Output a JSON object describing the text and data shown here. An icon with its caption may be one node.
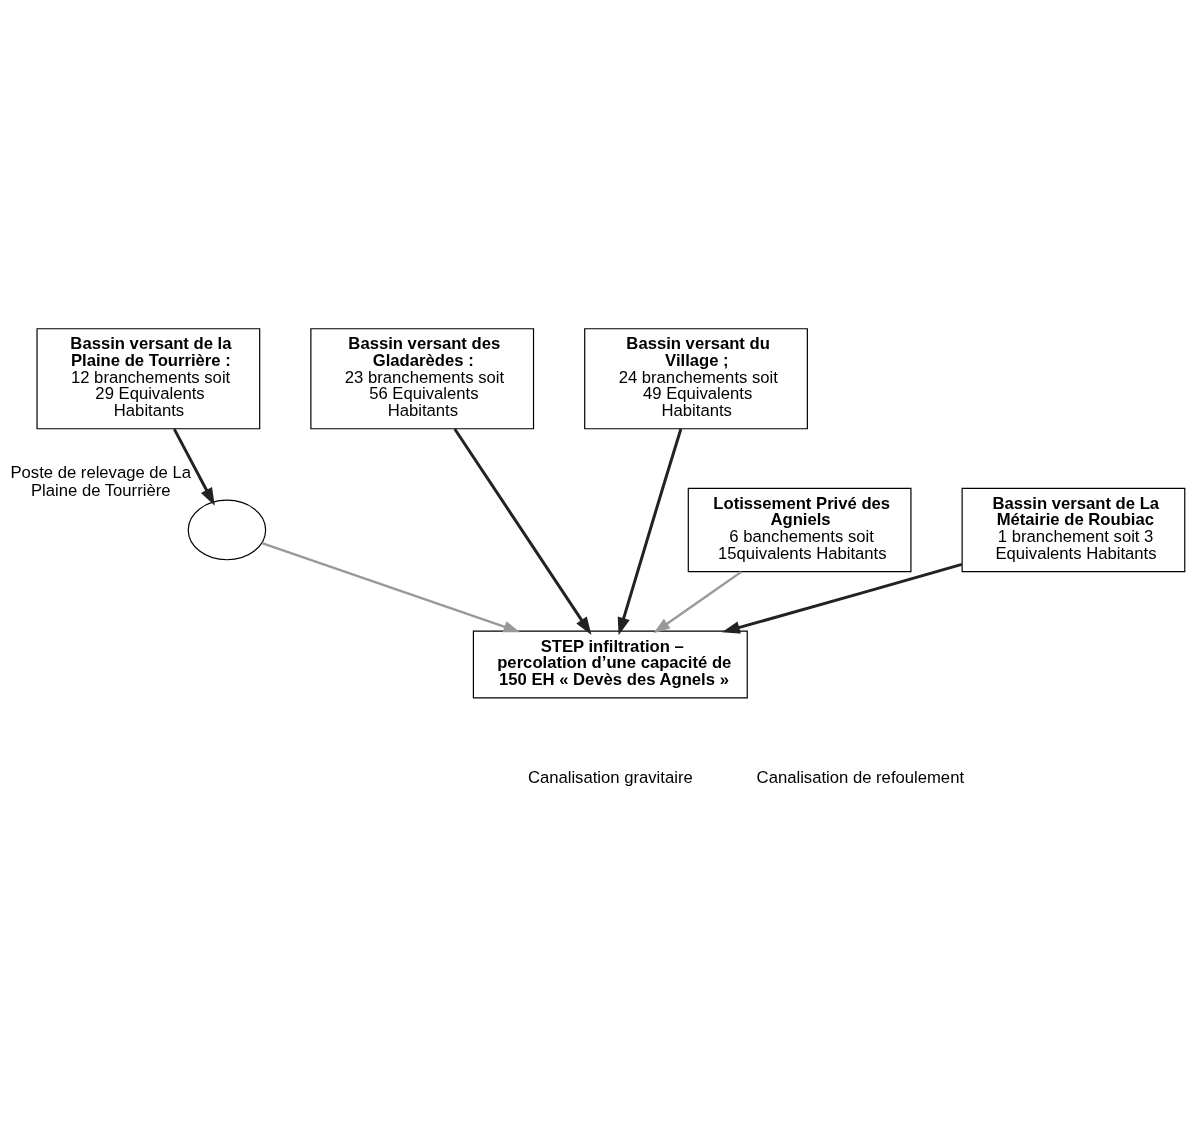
{
  "diagram": {
    "nodes": [
      {
        "text": [
          "Bassin versant de la Plaine de Tourrière :",
          "12 branchements soit 29 Equivalents Habitants"
        ]
      },
      {
        "text": [
          "Bassin versant des Gladarèdes :",
          "23 branchements soit 56 Equivalents Habitants"
        ]
      },
      {
        "text": [
          "Bassin versant du Village ;",
          "24 branchements soit 49 Equivalents Habitants"
        ]
      },
      {
        "text": [],
        "shape": "circle",
        "beside": [
          "Poste de relevage de La Plaine de Tourrière"
        ]
      },
      {
        "text": [
          "Bassin versant de La Métairie de Roubiac",
          "1 branchement soit 3 Equivalents Habitants"
        ]
      },
      {
        "text": [
          "Lotissement Privé des Agniels",
          "6 banchements soit 15quivalents Habitants"
        ]
      },
      {
        "text": [
          "STEP infiltration – percolation d’une capacité de 150 EH « Devès des Agnels »"
        ]
      }
    ],
    "edges": [
      {
        "from": 0,
        "to": 3,
        "arrow": "to"
      },
      {
        "from": 3,
        "to": 6,
        "arrow": "to",
        "color": "#999999"
      },
      {
        "from": 1,
        "to": 6,
        "arrow": "to"
      },
      {
        "from": 2,
        "to": 6,
        "arrow": "to"
      },
      {
        "from": 4,
        "to": 6,
        "arrow": "to"
      },
      {
        "from": 5,
        "to": 6,
        "arrow": "to",
        "color": "#999999"
      }
    ],
    "legend": [
      {
        "text": "Canalisation gravitaire"
      },
      {
        "text": "Canalisation de refoulement"
      }
    ]
  }
}
